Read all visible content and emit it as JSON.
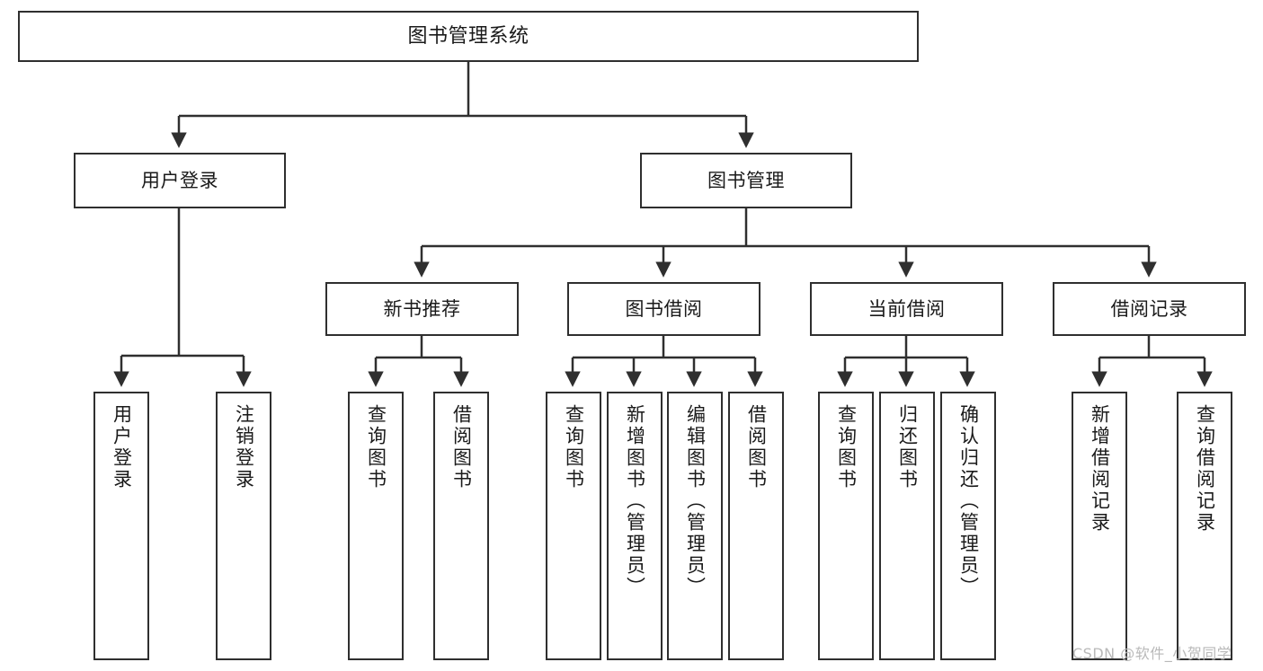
{
  "diagram": {
    "title": "图书管理系统",
    "type": "tree-hierarchy",
    "root": {
      "label": "图书管理系统"
    },
    "level2": [
      {
        "label": "用户登录"
      },
      {
        "label": "图书管理"
      }
    ],
    "level3": [
      {
        "label": "新书推荐"
      },
      {
        "label": "图书借阅"
      },
      {
        "label": "当前借阅"
      },
      {
        "label": "借阅记录"
      }
    ],
    "leaves": {
      "user_login": [
        {
          "label": "用户登录"
        },
        {
          "label": "注销登录"
        }
      ],
      "new_book_recommend": [
        {
          "label": "查询图书"
        },
        {
          "label": "借阅图书"
        }
      ],
      "book_borrow": [
        {
          "label": "查询图书"
        },
        {
          "label": "新增图书（管理员）"
        },
        {
          "label": "编辑图书（管理员）"
        },
        {
          "label": "借阅图书"
        }
      ],
      "current_borrow": [
        {
          "label": "查询图书"
        },
        {
          "label": "归还图书"
        },
        {
          "label": "确认归还（管理员）"
        }
      ],
      "borrow_record": [
        {
          "label": "新增借阅记录"
        },
        {
          "label": "查询借阅记录"
        }
      ]
    }
  },
  "watermark": {
    "text": "CSDN @软件_小贺同学"
  },
  "colors": {
    "stroke": "#2f2f2f",
    "fill": "#ffffff",
    "text": "#1a1a1a",
    "watermark": "#b9b9b9"
  }
}
